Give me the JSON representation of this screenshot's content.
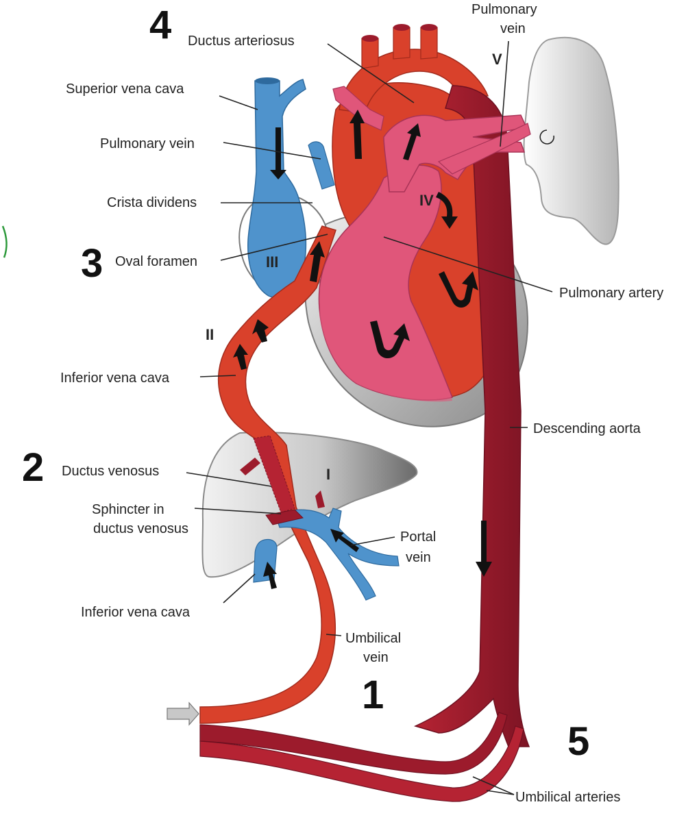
{
  "labels": {
    "ductus_arteriosus": "Ductus arteriosus",
    "pulmonary_vein_top_1": "Pulmonary",
    "pulmonary_vein_top_2": "vein",
    "superior_vena_cava": "Superior vena cava",
    "pulmonary_vein_left": "Pulmonary vein",
    "crista_dividens": "Crista dividens",
    "oval_foramen": "Oval foramen",
    "pulmonary_artery": "Pulmonary artery",
    "inferior_vena_cava_upper": "Inferior vena cava",
    "descending_aorta": "Descending aorta",
    "ductus_venosus": "Ductus venosus",
    "sphincter_1": "Sphincter in",
    "sphincter_2": "ductus venosus",
    "portal_vein_1": "Portal",
    "portal_vein_2": "vein",
    "inferior_vena_cava_lower": "Inferior vena cava",
    "umbilical_vein_1": "Umbilical",
    "umbilical_vein_2": "vein",
    "umbilical_arteries": "Umbilical arteries"
  },
  "numbers": {
    "n1": "1",
    "n2": "2",
    "n3": "3",
    "n4": "4",
    "n5": "5"
  },
  "roman": {
    "I": "I",
    "II": "II",
    "III": "III",
    "IV": "IV",
    "V": "V"
  },
  "colors": {
    "oxygenated": "#d9412b",
    "mixed": "#9c1b2c",
    "deoxygenated": "#4f93cc",
    "pulmonary": "#e0567a",
    "organ_gray": "#b8b8b8"
  }
}
